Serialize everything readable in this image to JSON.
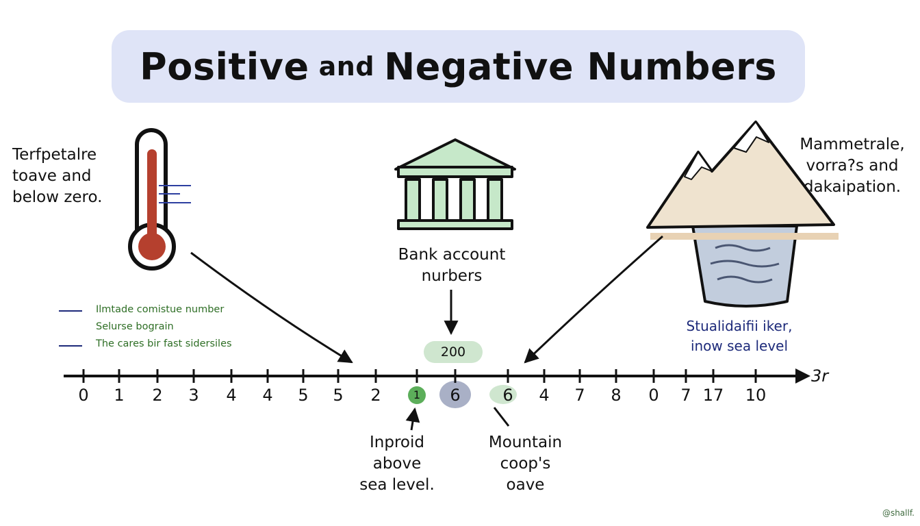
{
  "title": {
    "main": "Positive",
    "connector": "and",
    "rest": "Negative Numbers"
  },
  "temperature_label": [
    "Terfpetalre",
    "toave and",
    "below zero."
  ],
  "bank_label": [
    "Bank account",
    "nurbers"
  ],
  "mountain_label": [
    "Mammetrale,",
    "vorra?s and",
    "dakaipation."
  ],
  "sea_level_label": [
    "Stualidaifii iker,",
    "inow sea level"
  ],
  "key_items": [
    {
      "text": "Ilmtade comistue number",
      "has_line": true
    },
    {
      "text": "Selurse bograin",
      "has_line": false
    },
    {
      "text": "The cares bir fast sidersiles",
      "has_line": true
    }
  ],
  "value_pill": "200",
  "number_line": {
    "ticks": [
      "0",
      "1",
      "2",
      "3",
      "4",
      "4",
      "5",
      "5",
      "2",
      "1",
      "6",
      "6",
      "4",
      "7",
      "8",
      "0",
      "7",
      "17",
      "10"
    ],
    "end_label": "3r",
    "highlight_green": "1",
    "highlight_blue": "6",
    "highlight_light_green": "6"
  },
  "below_left_label": [
    "Inproid",
    "above",
    "sea level."
  ],
  "below_right_label": [
    "Mountain",
    "coop's",
    "oave"
  ],
  "watermark": "@shallf.",
  "colors": {
    "banner": "#dfe4f7",
    "bank_fill": "#c6e8c9",
    "thermometer_red": "#b5402e",
    "mountain_fill": "#efe3cf",
    "water_fill": "#c2cddd",
    "key_text": "#2e6e25",
    "key_line": "#1d2a7a",
    "sea_text": "#1d2a7a"
  },
  "icons": [
    "thermometer-icon",
    "bank-icon",
    "mountain-icon",
    "arrow-icon"
  ]
}
